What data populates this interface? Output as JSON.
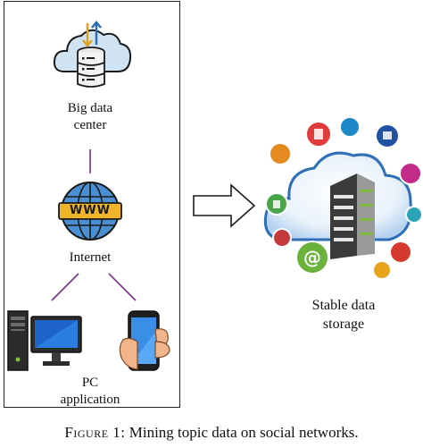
{
  "nodes": {
    "big_data_center": {
      "line1": "Big data",
      "line2": "center"
    },
    "internet": {
      "label": "Internet",
      "icon_text": "WWW"
    },
    "pc_application": {
      "line1": "PC",
      "line2": "application"
    },
    "stable_storage": {
      "line1": "Stable data",
      "line2": "storage"
    }
  },
  "caption": {
    "figure": "Figure 1:",
    "text": "Mining topic data on social networks."
  },
  "icons": [
    "cloud-database-icon",
    "globe-www-icon",
    "desktop-computer-icon",
    "smartphone-hand-icon",
    "arrow-right-icon",
    "cloud-server-icon"
  ],
  "colors": {
    "accent_blue": "#2f6fb5",
    "connector": "#7b2c8c",
    "outline": "#222222"
  }
}
